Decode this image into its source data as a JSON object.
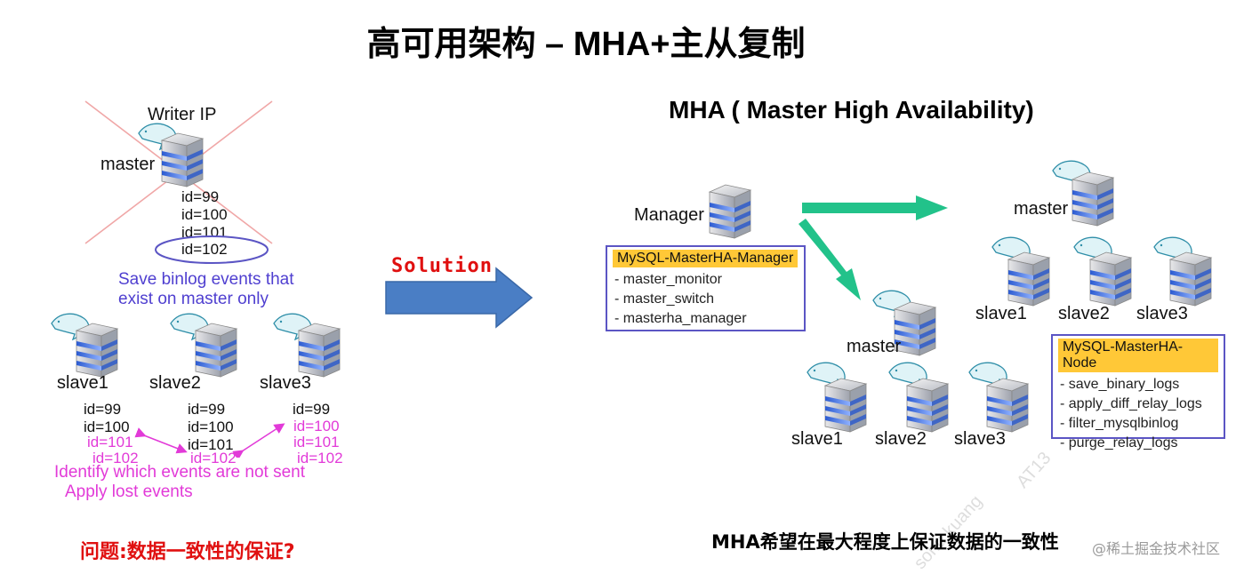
{
  "title": "高可用架构 – MHA+主从复制",
  "left": {
    "writer_ip": "Writer IP",
    "master_label": "master",
    "master_ids": [
      "id=99",
      "id=100",
      "id=101"
    ],
    "master_last_id": "id=102",
    "save_binlog_line1": "Save binlog events that",
    "save_binlog_line2": "exist on master only",
    "slaves": [
      {
        "label": "slave1",
        "ids": [
          "id=99",
          "id=100"
        ],
        "pink_ids": [
          "id=101",
          "id=102"
        ]
      },
      {
        "label": "slave2",
        "ids": [
          "id=99",
          "id=100",
          "id=101"
        ],
        "pink_ids": [
          "id=102"
        ]
      },
      {
        "label": "slave3",
        "ids": [
          "id=99"
        ],
        "pink_ids": [
          "id=100",
          "id=101",
          "id=102"
        ]
      }
    ],
    "identify_text": "Identify which events are not sent",
    "apply_text": "Apply lost events",
    "question": "问题:数据一致性的保证?"
  },
  "solution_label": "Solution",
  "right": {
    "mha_title": "MHA ( Master High Availability)",
    "manager_label": "Manager",
    "manager_box": {
      "header": "MySQL-MasterHA-Manager",
      "items": [
        "- master_monitor",
        "- master_switch",
        "- masterha_manager"
      ]
    },
    "node_box": {
      "header": "MySQL-MasterHA-Node",
      "items": [
        "- save_binary_logs",
        "- apply_diff_relay_logs",
        "- filter_mysqlbinlog",
        "- purge_relay_logs"
      ]
    },
    "top_master_label": "master",
    "top_slaves": [
      "slave1",
      "slave2",
      "slave3"
    ],
    "mid_master_label": "master",
    "bottom_slaves": [
      "slave1",
      "slave2",
      "slave3"
    ],
    "summary": "MHA希望在最大程度上保证数据的一致性",
    "credit": "@稀土掘金技术社区",
    "watermark_left": "sohu.kuang",
    "watermark_right": "AT13"
  },
  "colors": {
    "arrow_fill": "#4a7ec5",
    "green_arrow": "#22c28a",
    "box_border": "#5b55c4",
    "box_header": "#ffc837",
    "pink": "#e23ad8",
    "red": "#e01010",
    "cross": "#f0a7a7",
    "circle": "#5b55c4",
    "server_blue": "#3a64c8"
  },
  "icons": {
    "server": "database-server-icon",
    "dolphin": "mysql-dolphin-icon"
  }
}
